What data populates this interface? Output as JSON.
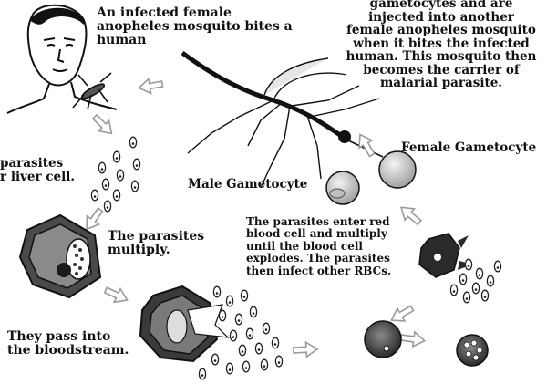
{
  "labels": {
    "mosquito_bites": [
      "An infected female",
      "anopheles mosquito bites a",
      "human"
    ],
    "gametocytes": [
      "gametocytes and are",
      "injected into another",
      "female anopheles mosquito",
      "when it bites the infected",
      "human. This mosquito then",
      "becomes the carrier of",
      "malarial parasite."
    ],
    "female_gametocyte": "Female Gametocyte",
    "male_gametocyte": "Male Gametocyte",
    "liver": [
      "parasites",
      "r liver cell."
    ],
    "multiply": [
      "The parasites",
      "multiply."
    ],
    "enter_rbc": [
      "The parasites enter red",
      "blood cell and multiply",
      "until the blood cell",
      "explodes. The parasites",
      "then infect other RBCs."
    ],
    "bloodstream": [
      "They pass into",
      "the bloodstream."
    ]
  },
  "colors": {
    "ink": "#111111",
    "arrow": "#9a9a9a",
    "cell": "#6e6e6e"
  }
}
